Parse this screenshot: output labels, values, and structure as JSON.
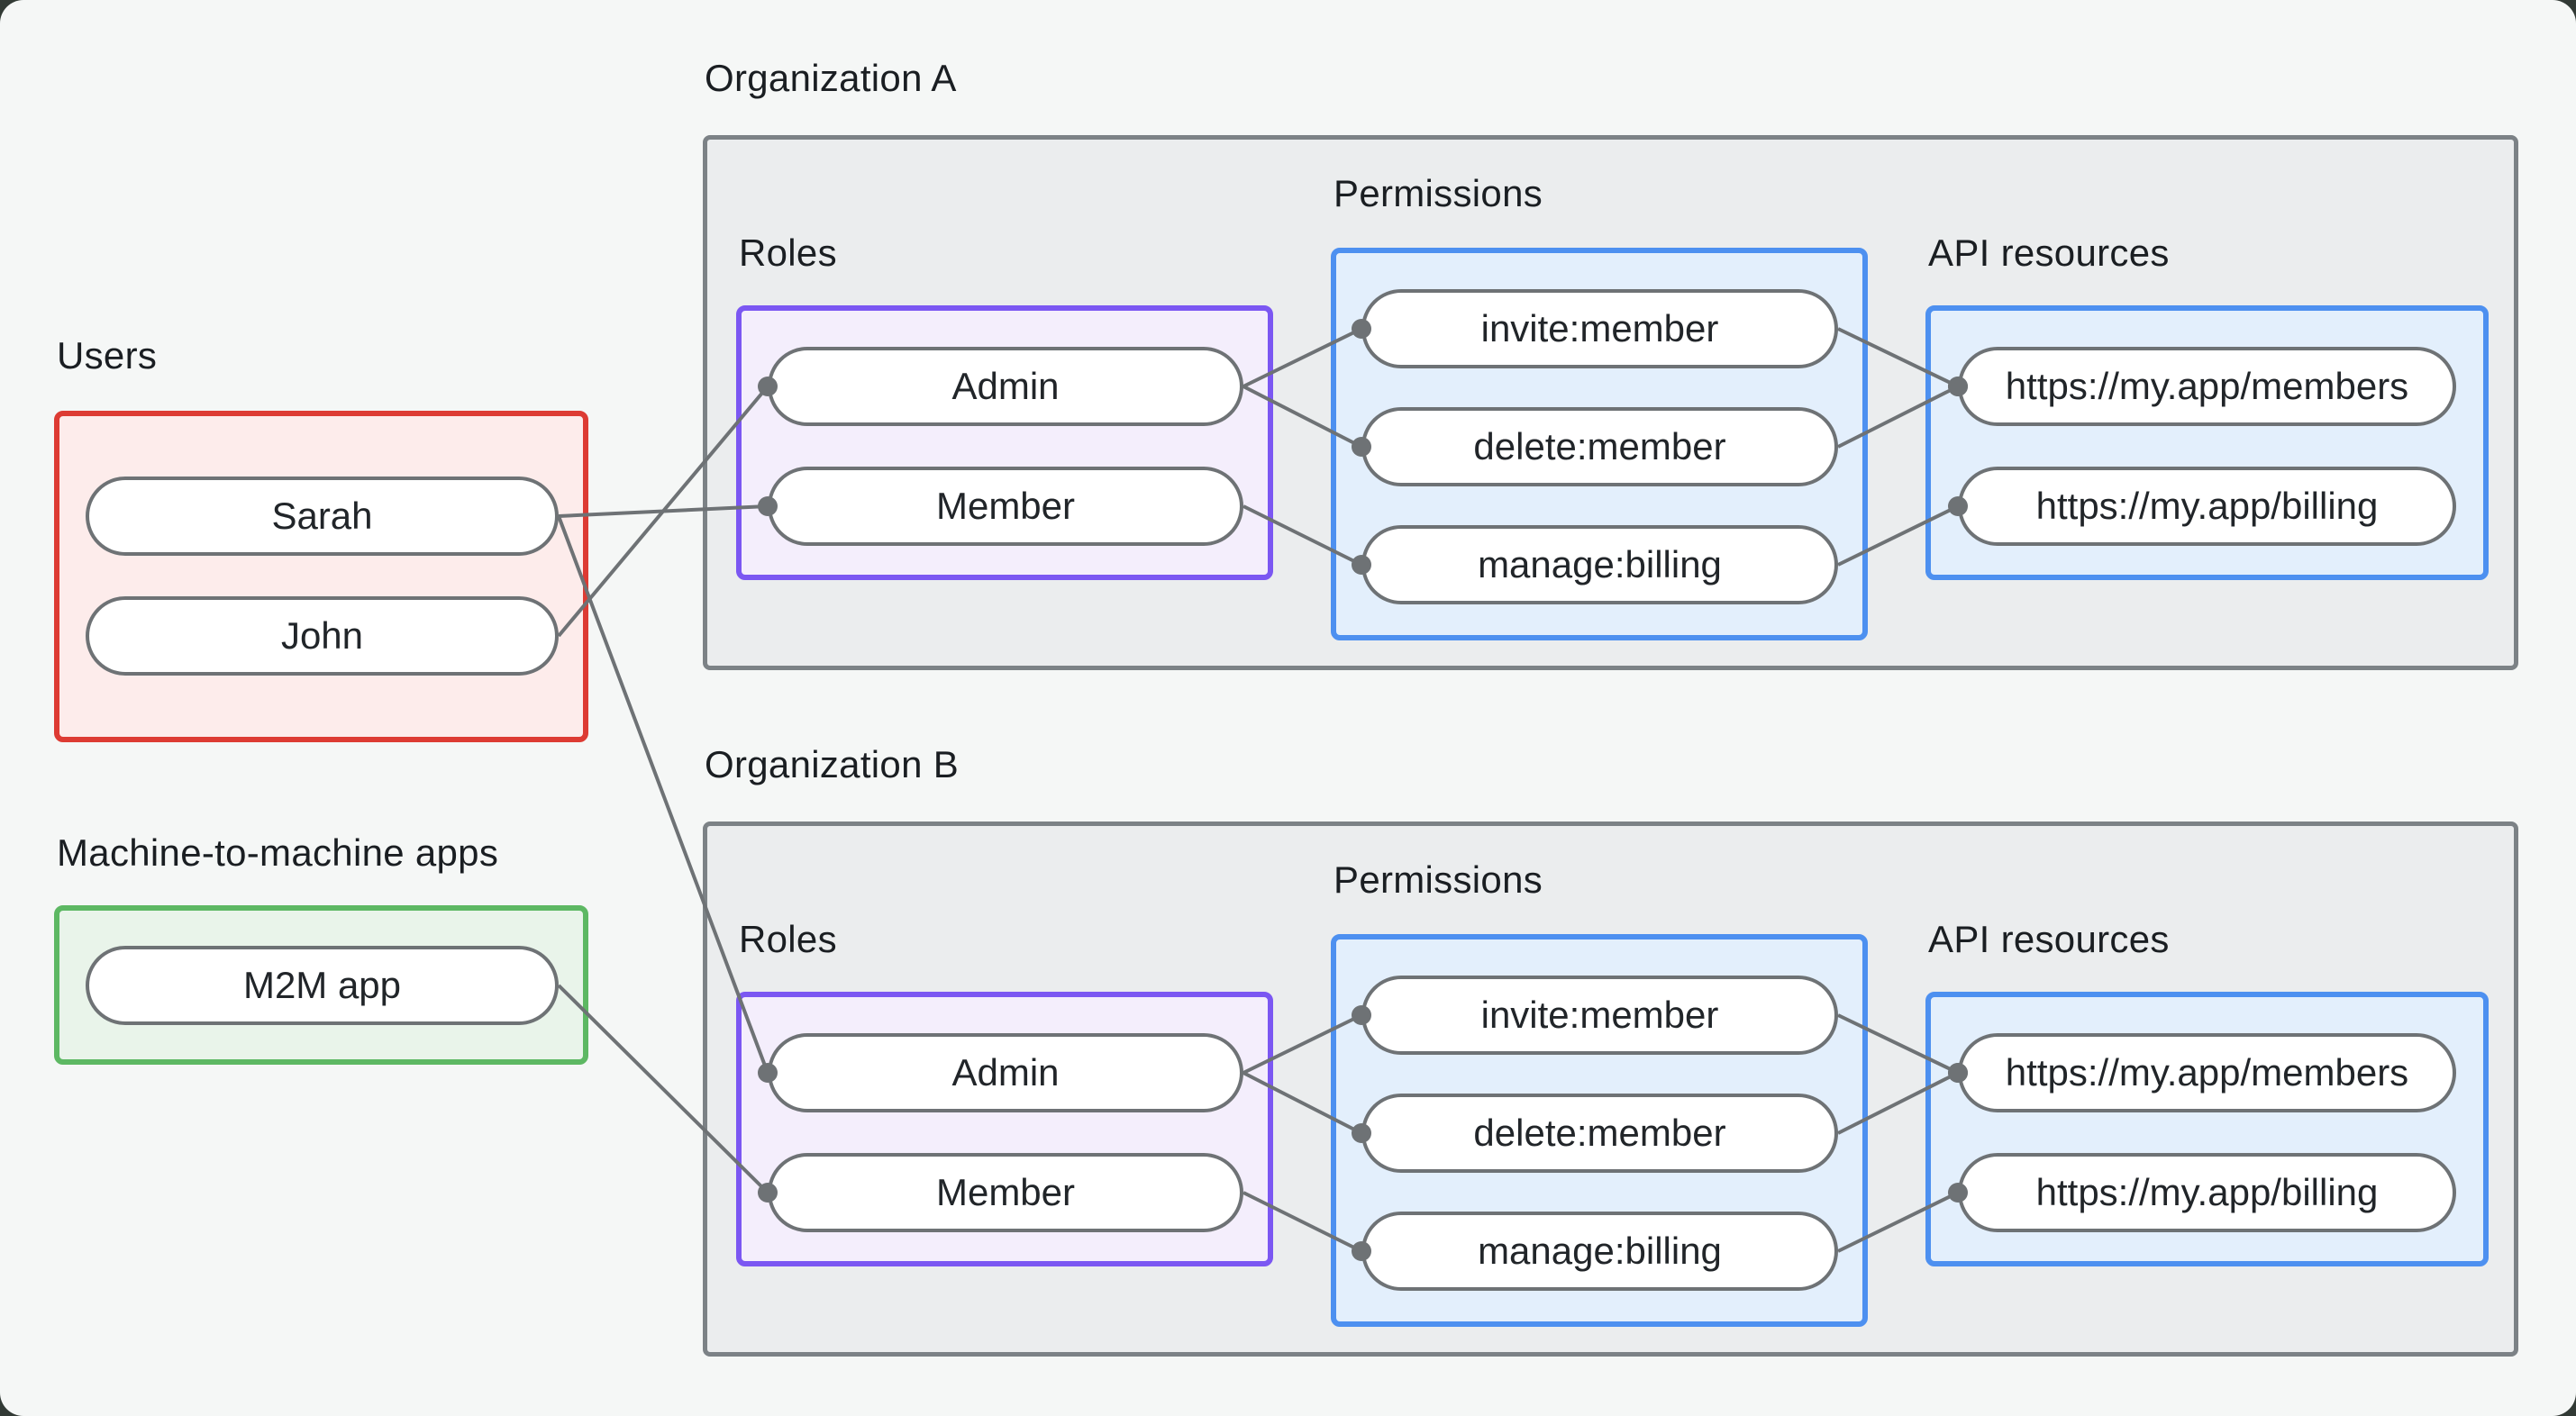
{
  "canvas": {
    "background": "#f5f7f6",
    "frame_corner_color": "#323a35"
  },
  "colors": {
    "users_border": "#dd3b33",
    "users_fill": "#fdeceb",
    "m2m_border": "#5db863",
    "m2m_fill": "#e9f4ea",
    "org_border": "#7c8286",
    "org_fill": "#ebedee",
    "roles_border": "#7b57f2",
    "roles_fill": "#f4eefc",
    "blue_border": "#4d90f0",
    "blue_fill": "#e3effc",
    "node_border": "#6e7275",
    "node_fill": "#ffffff",
    "edge_line": "#6e7275",
    "edge_dot": "#6e7275",
    "text": "#1a1e22"
  },
  "users_group": {
    "label": "Users",
    "nodes": [
      "Sarah",
      "John"
    ]
  },
  "m2m_group": {
    "label": "Machine-to-machine apps",
    "nodes": [
      "M2M app"
    ]
  },
  "orgs": [
    {
      "title": "Organization A",
      "roles": {
        "label": "Roles",
        "nodes": [
          "Admin",
          "Member"
        ]
      },
      "permissions": {
        "label": "Permissions",
        "nodes": [
          "invite:member",
          "delete:member",
          "manage:billing"
        ]
      },
      "api": {
        "label": "API resources",
        "nodes": [
          "https://my.app/members",
          "https://my.app/billing"
        ]
      }
    },
    {
      "title": "Organization B",
      "roles": {
        "label": "Roles",
        "nodes": [
          "Admin",
          "Member"
        ]
      },
      "permissions": {
        "label": "Permissions",
        "nodes": [
          "invite:member",
          "delete:member",
          "manage:billing"
        ]
      },
      "api": {
        "label": "API resources",
        "nodes": [
          "https://my.app/members",
          "https://my.app/billing"
        ]
      }
    }
  ],
  "connections": [
    {
      "from": "user-john",
      "to": "orgA-role-admin"
    },
    {
      "from": "user-sarah",
      "to": "orgA-role-member"
    },
    {
      "from": "user-sarah",
      "to": "orgB-role-admin"
    },
    {
      "from": "m2m-app",
      "to": "orgB-role-member"
    },
    {
      "from": "orgA-role-admin",
      "to": "orgA-perm-invite"
    },
    {
      "from": "orgA-role-admin",
      "to": "orgA-perm-delete"
    },
    {
      "from": "orgA-role-member",
      "to": "orgA-perm-manage"
    },
    {
      "from": "orgA-perm-invite",
      "to": "orgA-api-members"
    },
    {
      "from": "orgA-perm-delete",
      "to": "orgA-api-members"
    },
    {
      "from": "orgA-perm-manage",
      "to": "orgA-api-billing"
    },
    {
      "from": "orgB-role-admin",
      "to": "orgB-perm-invite"
    },
    {
      "from": "orgB-role-admin",
      "to": "orgB-perm-delete"
    },
    {
      "from": "orgB-role-member",
      "to": "orgB-perm-manage"
    },
    {
      "from": "orgB-perm-invite",
      "to": "orgB-api-members"
    },
    {
      "from": "orgB-perm-delete",
      "to": "orgB-api-members"
    },
    {
      "from": "orgB-perm-manage",
      "to": "orgB-api-billing"
    }
  ]
}
